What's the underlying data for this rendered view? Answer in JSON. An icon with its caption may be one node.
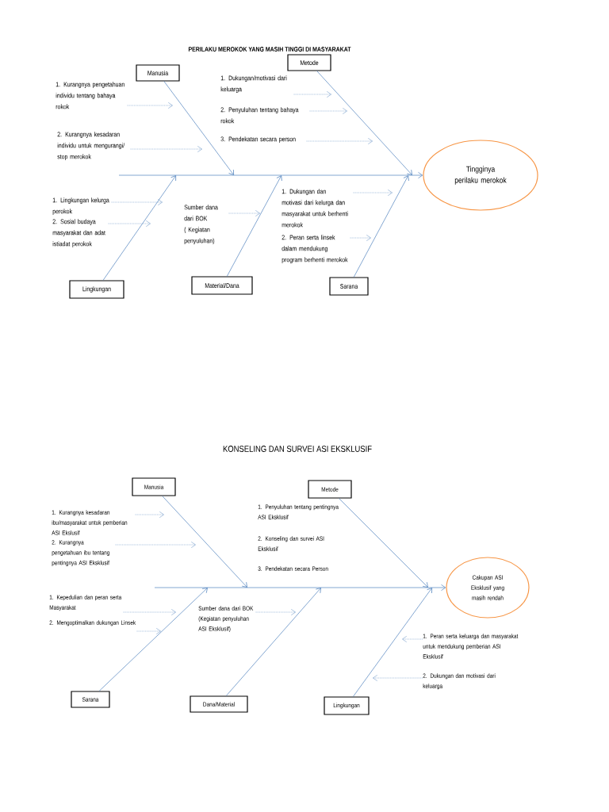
{
  "diagram": {
    "title": "PERILAKU MEROKOK YANG MASIH TINGGI DI MASYARAKAT",
    "nodes": [
      {
        "text": [
          "Manusia"
        ]
      },
      {
        "text": [
          "Metode"
        ]
      },
      {
        "text": [
          "1. Kurangnya pengetahuan individu tentang bahaya rokok"
        ]
      },
      {
        "text": [
          "2. Kurangnya kesadaran individu untuk mengurangi/ stop merokok"
        ]
      },
      {
        "text": [
          "1. Dukungan/motivasi dari keluarga"
        ]
      },
      {
        "text": [
          "2. Penyuluhan tentang bahaya rokok"
        ]
      },
      {
        "text": [
          "3. Pendekatan secara person"
        ]
      },
      {
        "text": [
          "Tingginya perilaku merokok"
        ]
      },
      {
        "text": [
          "1. Lingkungan kelurga perokok"
        ]
      },
      {
        "text": [
          "2. Sosial budaya masyarakat dan adat istiadat perokok"
        ]
      },
      {
        "text": [
          "Sumber dana dari BOK ( Kegiatan penyuluhan)"
        ]
      },
      {
        "text": [
          "1. Dukungan dan motivasi dari kelurga dan masyarakat untuk berhenti merokok"
        ]
      },
      {
        "text": [
          "2. Peran serta linsek dalam mendukung program berhenti merokok"
        ]
      },
      {
        "text": [
          "Lingkungan"
        ]
      },
      {
        "text": [
          "Material/Dana"
        ]
      },
      {
        "text": [
          "Sarana"
        ]
      },
      {
        "text": [
          "Manusia"
        ]
      },
      {
        "text": [
          "Metode"
        ]
      },
      {
        "text": [
          "1. Kurangnya kesadaran ibu/masyarakat untuk pemberian ASI Ekslusif"
        ]
      },
      {
        "text": [
          "2. Kurangnya pengetahuan ibu tentang pentingnya ASI Eksklusif"
        ]
      },
      {
        "text": [
          "1. Penyuluhan tentang pentingnya ASI Eksklusif"
        ]
      },
      {
        "text": [
          "2. Konseling dan survei ASI Eksklusif"
        ]
      },
      {
        "text": [
          "3. Pendekatan secara Person"
        ]
      },
      {
        "text": [
          "Cakupan ASI Eksklusif yang masih rendah"
        ]
      },
      {
        "text": [
          "1. Kepedulian dan peran serta Masyarakat"
        ]
      },
      {
        "text": [
          "2. Mengoptimalkan dukungan Linsek"
        ]
      },
      {
        "text": [
          "Sumber dana dari BOK (Kegiatan penyuluhan ASI Eksklusif)"
        ]
      },
      {
        "text": [
          "1. Peran serta keluarga dan masyarakat untuk mendukung pemberian ASI Eksklusif"
        ]
      },
      {
        "text": [
          "2. Dukungan dan motivasi dari keluarga"
        ]
      },
      {
        "text": [
          "Sarana"
        ]
      },
      {
        "text": [
          "Dana/Material"
        ]
      },
      {
        "text": [
          "Lingkungan"
        ]
      }
    ],
    "edges": [
      {
        "from": 0,
        "to": 7,
        "arrow": "to"
      },
      {
        "from": 1,
        "to": 7,
        "arrow": "to"
      },
      {
        "from": 13,
        "to": 7,
        "arrow": "to"
      },
      {
        "from": 14,
        "to": 7,
        "arrow": "to"
      },
      {
        "from": 15,
        "to": 7,
        "arrow": "to"
      },
      {
        "from": 9,
        "to": null,
        "arrow": "to",
        "style": "dashed"
      },
      {
        "from": 2,
        "to": null,
        "arrow": "to",
        "style": "dashed"
      },
      {
        "from": 3,
        "to": null,
        "arrow": "to",
        "style": "dashed"
      },
      {
        "from": 4,
        "to": null,
        "arrow": "to",
        "style": "dashed"
      },
      {
        "from": 5,
        "to": null,
        "arrow": "to",
        "style": "dashed"
      },
      {
        "from": 6,
        "to": null,
        "arrow": "to",
        "style": "dashed"
      },
      {
        "from": 8,
        "to": null,
        "arrow": "to",
        "style": "dashed"
      },
      {
        "from": 10,
        "to": null,
        "arrow": "to",
        "style": "dashed"
      },
      {
        "from": 11,
        "to": null,
        "arrow": "to",
        "style": "dashed"
      },
      {
        "from": 12,
        "to": null,
        "arrow": "to",
        "style": "dashed"
      },
      {
        "from": 16,
        "to": 23,
        "arrow": "to"
      },
      {
        "from": 17,
        "to": 23,
        "arrow": "to"
      },
      {
        "from": 29,
        "to": 23,
        "arrow": "to"
      },
      {
        "from": 30,
        "to": 23,
        "arrow": "to"
      },
      {
        "from": 31,
        "to": 23,
        "arrow": "to"
      },
      {
        "from": 26,
        "to": null,
        "arrow": "to",
        "style": "dashed"
      },
      {
        "from": 18,
        "to": null,
        "arrow": "to",
        "style": "dashed"
      },
      {
        "from": 19,
        "to": null,
        "arrow": "to",
        "style": "dashed"
      },
      {
        "from": 24,
        "to": null,
        "arrow": "to",
        "style": "dashed"
      },
      {
        "from": 25,
        "to": null,
        "arrow": "to",
        "style": "dashed"
      },
      {
        "from": 27,
        "to": null,
        "arrow": "to",
        "style": "dashed"
      },
      {
        "from": 28,
        "to": null,
        "arrow": "to",
        "style": "dashed"
      }
    ],
    "labels": [
      "KONSELING DAN SURVEI ASI EKSKLUSIF"
    ]
  }
}
